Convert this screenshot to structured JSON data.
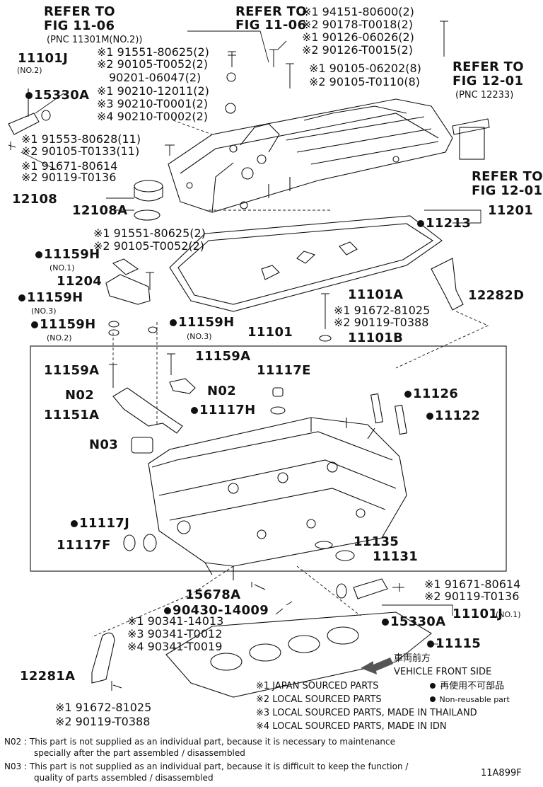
{
  "refs": {
    "fig1106_left": [
      "REFER TO",
      "FIG 11-06",
      "(PNC 11301M(NO.2))"
    ],
    "fig1106_top": [
      "REFER TO",
      "FIG 11-06"
    ],
    "fig1201_top": [
      "REFER TO",
      "FIG 12-01",
      "(PNC 12233)"
    ],
    "fig1201_right": [
      "REFER TO",
      "FIG 12-01"
    ]
  },
  "labels": {
    "p11101J_top": "11101J",
    "no2_a": "(NO.2)",
    "p15330A_top": "15330A",
    "g91553": [
      "※1 91553-80628(11)",
      "※2 90105-T0133(11)"
    ],
    "g91671_top": [
      "※1 91671-80614",
      "※2 90119-T0136"
    ],
    "g91551_top": [
      "※1 91551-80625(2)",
      "※2 90105-T0052(2)"
    ],
    "p90201": "90201-06047(2)",
    "g90210": [
      "※1 90210-12011(2)",
      "※3 90210-T0001(2)",
      "※4 90210-T0002(2)"
    ],
    "g94151": [
      "※1 94151-80600(2)",
      "※2 90178-T0018(2)",
      "※1 90126-06026(2)",
      "※2 90126-T0015(2)"
    ],
    "g90105_top": [
      "※1 90105-06202(8)",
      "※2 90105-T0110(8)"
    ],
    "p12108": "12108",
    "p12108A": "12108A",
    "p11201": "11201",
    "p11213": "11213",
    "g91551_mid": [
      "※1 91551-80625(2)",
      "※2 90105-T0052(2)"
    ],
    "p11159H_no1": "11159H",
    "no1": "(NO.1)",
    "p11204": "11204",
    "p11159H_no3": "11159H",
    "no3_a": "(NO.3)",
    "p11159H_no2": "11159H",
    "no2_b": "(NO.2)",
    "p11159H_no3b": "11159H",
    "no3_b": "(NO.3)",
    "p11101A": "11101A",
    "g91672_mid": [
      "※1 91672-81025",
      "※2 90119-T0388"
    ],
    "p11101B": "11101B",
    "p12282D": "12282D",
    "p11101": "11101",
    "p11159A_l": "11159A",
    "p11159A_r": "11159A",
    "p11117E": "11117E",
    "n02_l": "N02",
    "n02_r": "N02",
    "p11117H": "11117H",
    "p11126": "11126",
    "p11151A": "11151A",
    "p11122": "11122",
    "n03": "N03",
    "p11117J": "11117J",
    "p11117F": "11117F",
    "p11135": "11135",
    "p11131": "11131",
    "p15678A": "15678A",
    "p90430": "90430-14009",
    "g90341": [
      "※1 90341-14013",
      "※3 90341-T0012",
      "※4 90341-T0019"
    ],
    "g91671_bot": [
      "※1 91671-80614",
      "※2 90119-T0136"
    ],
    "p15330A_bot": "15330A",
    "p11101J_bot": "11101J",
    "no1_b": "(NO.1)",
    "p11115": "11115",
    "vehicle_front_jp": "車両前方",
    "vehicle_front": "VEHICLE FRONT SIDE",
    "p12281A": "12281A",
    "g91672_bot": [
      "※1 91672-81025",
      "※2 90119-T0388"
    ]
  },
  "legend": {
    "items": [
      "※1 JAPAN SOURCED PARTS",
      "※2 LOCAL SOURCED PARTS",
      "※3 LOCAL SOURCED PARTS, MADE IN THAILAND",
      "※4 LOCAL SOURCED PARTS, MADE IN IDN"
    ],
    "nonreuse_jp": "再使用不可部品",
    "nonreuse_en": "Non-reusable part"
  },
  "notes": {
    "n02": [
      "N02 : This part is not supplied as an individual part, because it is necessary to maintenance",
      "specially after the part assembled / disassembled"
    ],
    "n03": [
      "N03 : This part is not supplied as an individual part, because it is difficult to keep the function /",
      "quality of parts  assembled / disassembled"
    ]
  },
  "figure_id": "11A899F"
}
